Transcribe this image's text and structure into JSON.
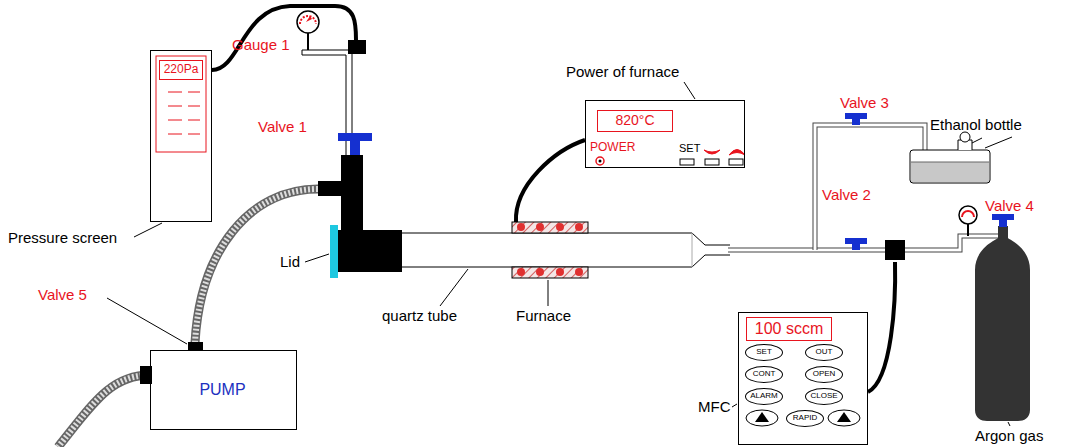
{
  "diagram": {
    "nodes": [
      {
        "text": [
          "220Pa"
        ]
      },
      {
        "text": [
          "PUMP"
        ]
      },
      {
        "text": [
          "820°C",
          "POWER",
          "SET"
        ]
      },
      {
        "text": [
          "100 sccm"
        ]
      },
      {
        "text": [
          "SET"
        ],
        "in": 3
      },
      {
        "text": [
          "OUT"
        ],
        "in": 3
      },
      {
        "text": [
          "CONT"
        ],
        "in": 3
      },
      {
        "text": [
          "OPEN"
        ],
        "in": 3
      },
      {
        "text": [
          "ALARM"
        ],
        "in": 3
      },
      {
        "text": [
          "CLOSE"
        ],
        "in": 3
      },
      {
        "text": [
          "RAPID"
        ],
        "in": 3
      }
    ],
    "labels": [
      "Gauge 1",
      "Valve 1",
      "Pressure screen",
      "Lid",
      "Valve 5",
      "quartz tube",
      "Furnace",
      "Power of furnace",
      "Valve 3",
      "Ethanol bottle",
      "Valve 2",
      "Valve 4",
      "MFC",
      "Argon gas"
    ]
  }
}
